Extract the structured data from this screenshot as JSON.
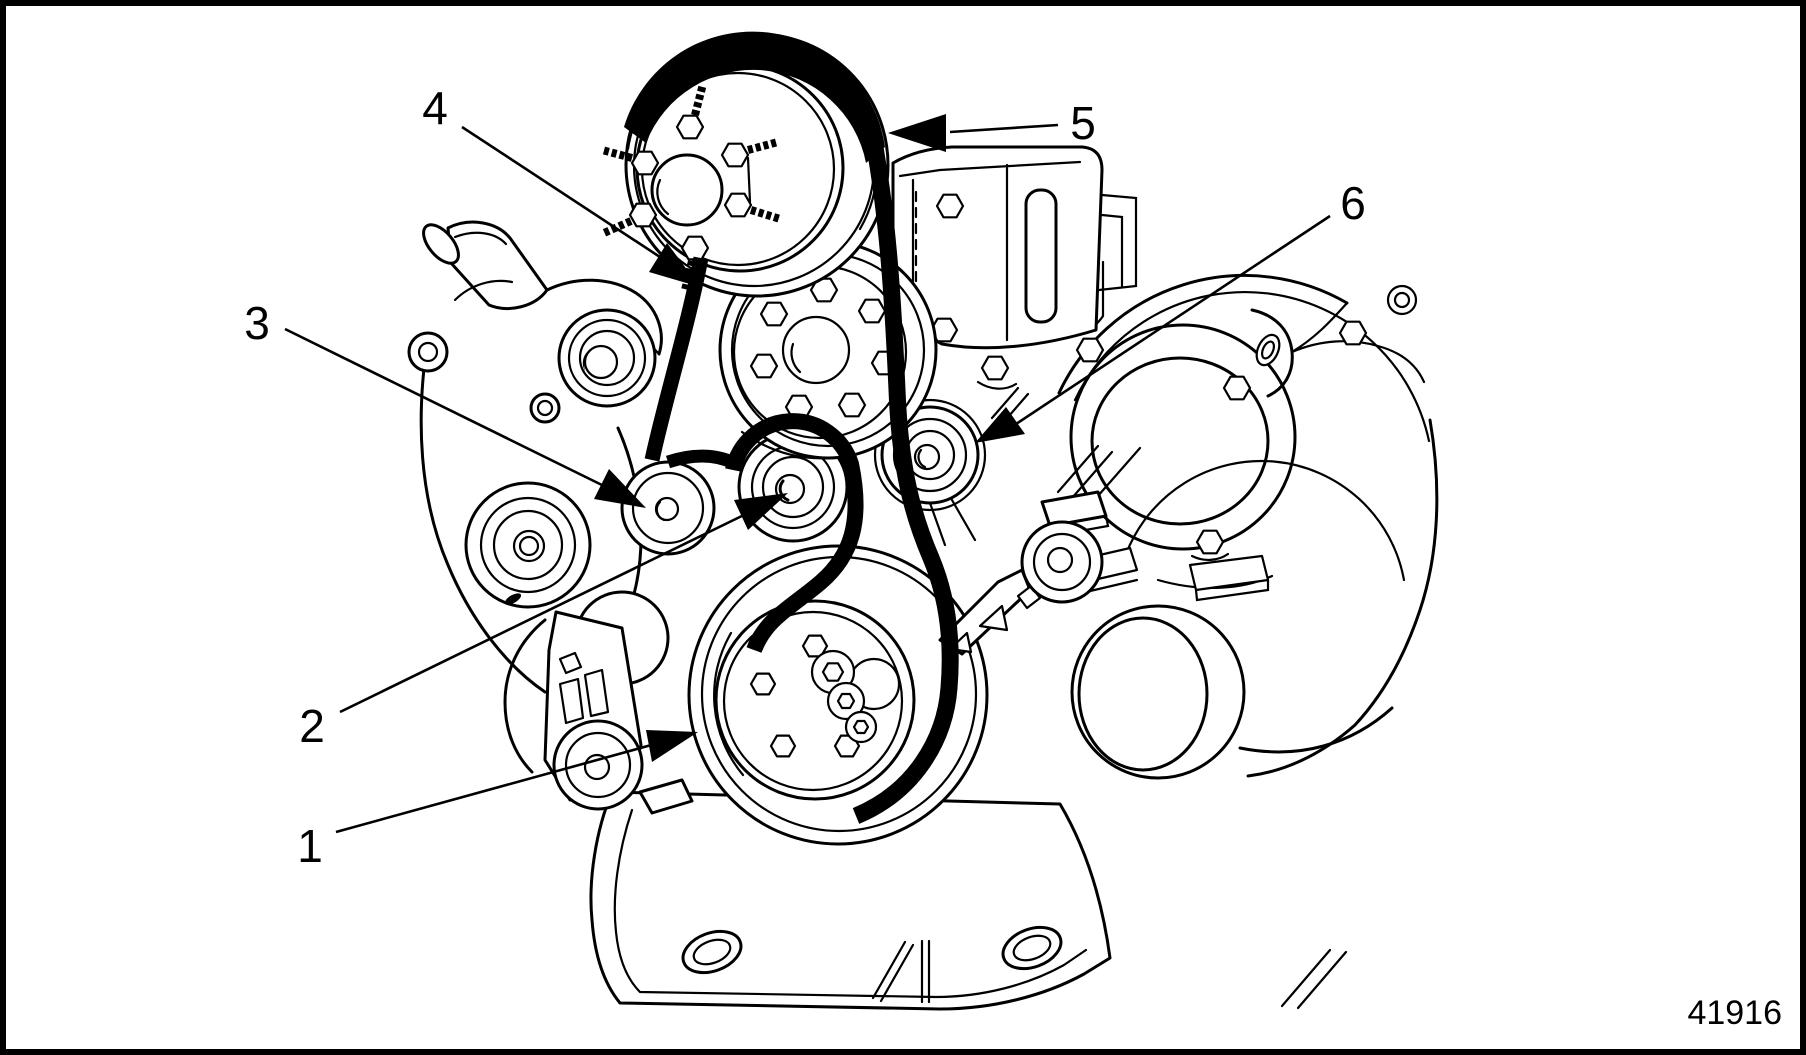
{
  "figure": {
    "number": "41916"
  },
  "palette": {
    "ink": "#000000",
    "paper": "#ffffff"
  },
  "callouts": [
    {
      "number": "1"
    },
    {
      "number": "2"
    },
    {
      "number": "3"
    },
    {
      "number": "4"
    },
    {
      "number": "5"
    },
    {
      "number": "6"
    }
  ]
}
